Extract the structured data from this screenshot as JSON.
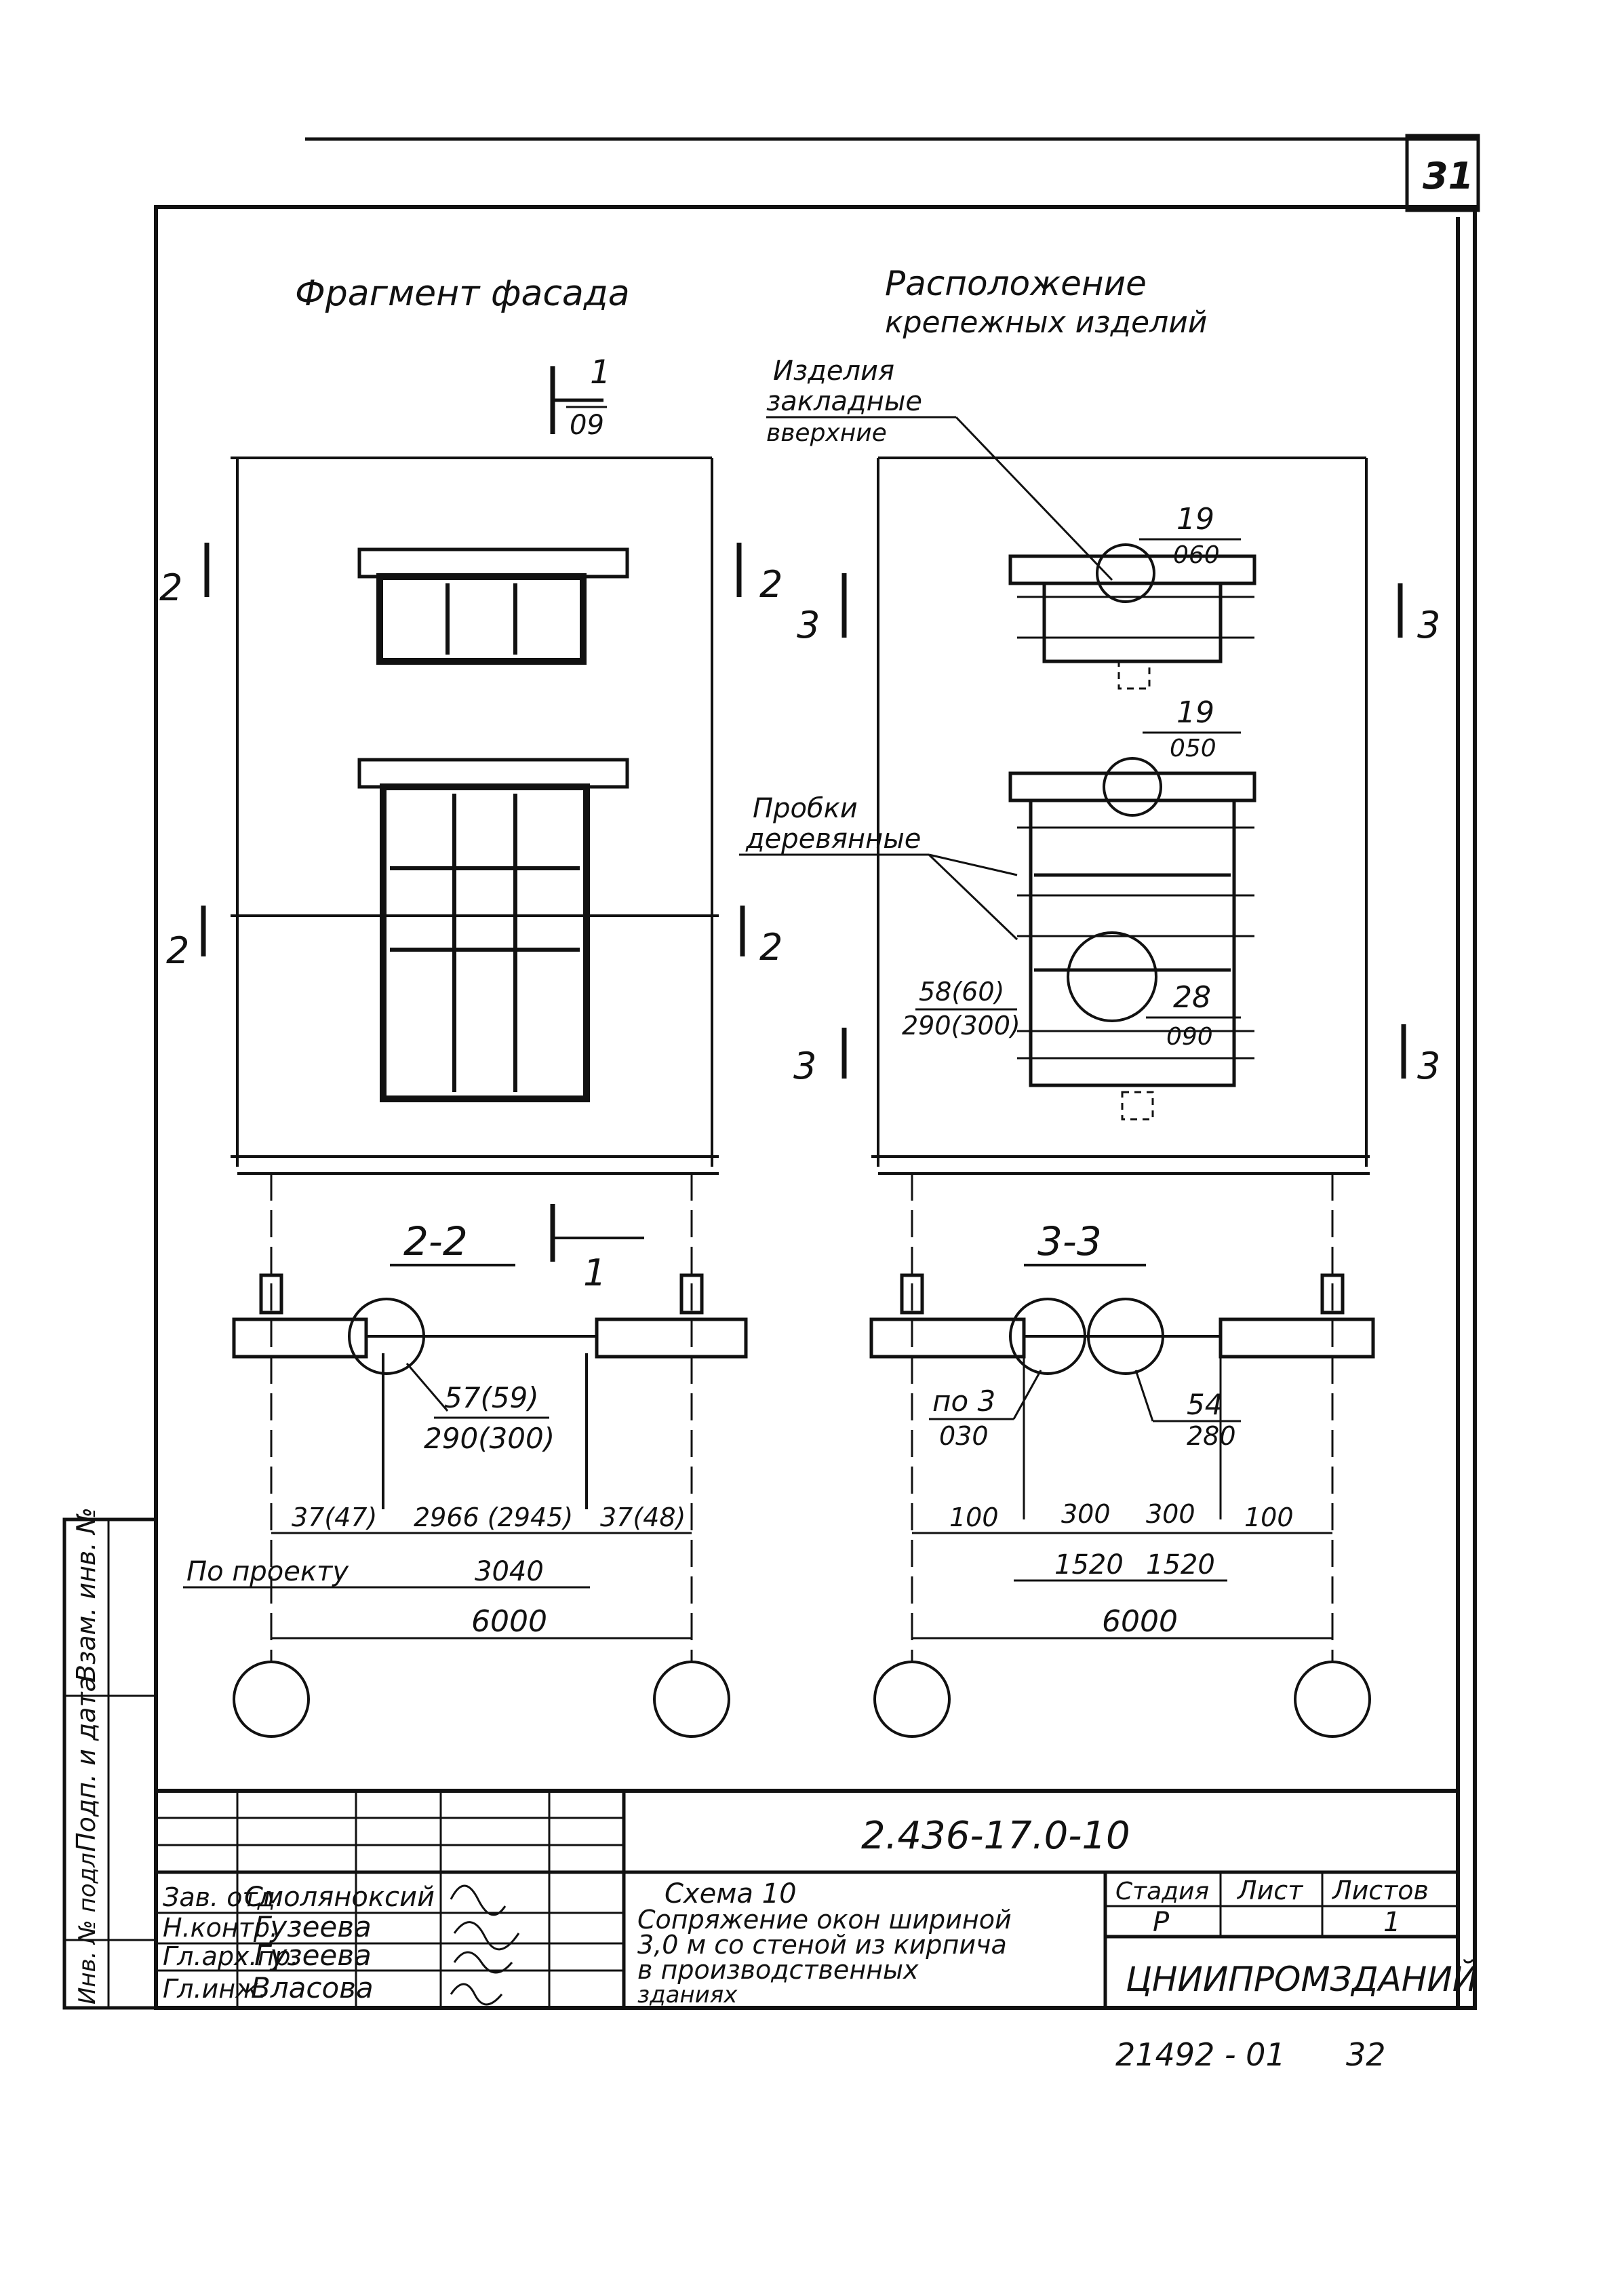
{
  "sheet": {
    "number": "31"
  },
  "left_view": {
    "title": "Фрагмент фасада",
    "section_mark_num": "1",
    "section_mark_sheet": "09",
    "section_label_top": "2",
    "section_label_mid": "2"
  },
  "right_view": {
    "title_line1": "Расположение",
    "title_line2": "крепежных изделий",
    "embedded_parts_line1": "Изделия",
    "embedded_parts_line2": "закладные",
    "embedded_parts_line3": "вверхние",
    "wood_plugs_line1": "Пробки",
    "wood_plugs_line2": "деревянные",
    "node_top_num": "19",
    "node_top_sheet": "060",
    "node_mid_num": "19",
    "node_mid_sheet": "050",
    "node_bottom_num": "28",
    "node_bottom_sheet": "090",
    "dim_left_1": "58(60)",
    "dim_left_2": "290(300)",
    "section_label": "3"
  },
  "section_2_2": {
    "title": "2-2",
    "cut_mark": "1",
    "callout_1": "57(59)",
    "callout_2": "290(300)",
    "dim_a": "37(47)",
    "dim_b": "2966 (2945)",
    "dim_c": "37(48)",
    "by_design_label": "По проекту",
    "dim_opening": "3040",
    "dim_total": "6000"
  },
  "section_3_3": {
    "title": "3-3",
    "callout_left_num": "по 3",
    "callout_left_sheet": "030",
    "callout_right_num": "54",
    "callout_right_sheet": "280",
    "dim_100_left": "100",
    "dim_300_left": "300",
    "dim_300_right": "300",
    "dim_100_right": "100",
    "dim_1520_left": "1520",
    "dim_1520_right": "1520",
    "dim_total": "6000"
  },
  "title_block": {
    "doc_code": "2.436-17.0-10",
    "roles": [
      "Зав. отд.",
      "Н.контр.",
      "Гл.арх.пр.",
      "Гл.инж."
    ],
    "names": [
      "Смоляноксий",
      "Гузеева",
      "Гузеева",
      "Власова"
    ],
    "description_lines": [
      "Схема 10",
      "Сопряжение окон шириной",
      "3,0 м со стеной из кирпича",
      "в производственных",
      "зданиях"
    ],
    "stage_header": "Стадия",
    "sheet_header": "Лист",
    "sheets_header": "Листов",
    "stage_value": "Р",
    "sheets_value": "1",
    "organization": "ЦНИИПРОМЗДАНИЙ"
  },
  "side_stamp": {
    "col1": "Инв. № подл.",
    "col2": "Подп. и дата",
    "col3": "Взам. инв. №"
  },
  "footer": {
    "archive_code": "21492 - 01",
    "page": "32"
  }
}
